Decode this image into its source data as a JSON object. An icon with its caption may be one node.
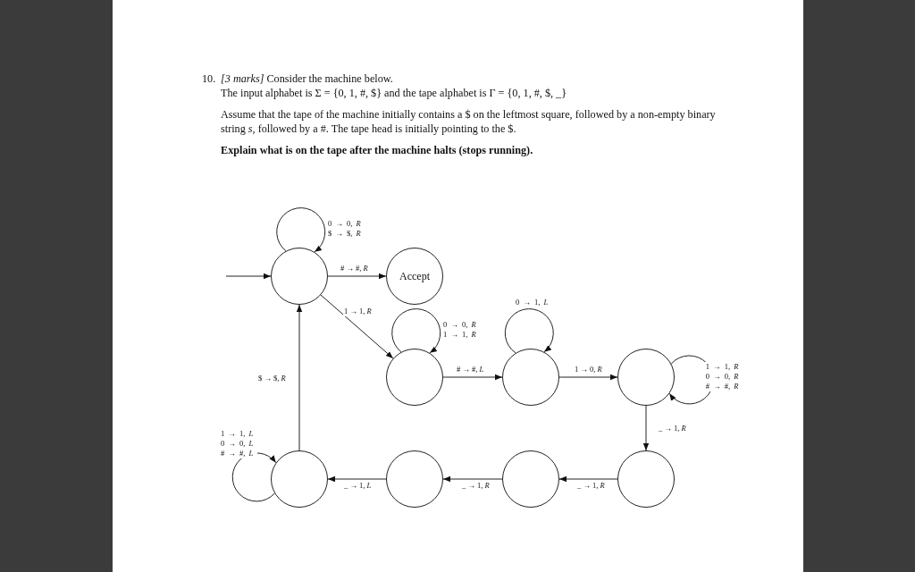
{
  "diagram": {
    "nodes": [
      {
        "text": [],
        "shape": "circle"
      },
      {
        "text": [
          "Accept"
        ]
      },
      {
        "text": [],
        "shape": "circle"
      },
      {
        "text": [],
        "shape": "circle"
      },
      {
        "text": [],
        "shape": "circle"
      },
      {
        "text": [],
        "shape": "circle"
      },
      {
        "text": [],
        "shape": "circle"
      },
      {
        "text": [],
        "shape": "circle"
      },
      {
        "text": [],
        "shape": "circle"
      }
    ],
    "edges": [
      {
        "from": null,
        "to": 0,
        "arrow": "to"
      },
      {
        "from": 0,
        "to": 0,
        "arrow": "to",
        "label": "0 → 0, *R* $ → $, *R*"
      },
      {
        "from": 0,
        "to": 1,
        "arrow": "to",
        "label": "# → #, *R*"
      },
      {
        "from": 0,
        "to": 2,
        "arrow": "to",
        "label": "1 → 1, *R*"
      },
      {
        "from": 2,
        "to": 2,
        "arrow": "to",
        "label": "0 → 0, *R* 1 → 1, *R*"
      },
      {
        "from": 2,
        "to": 3,
        "arrow": "to",
        "label": "# → #, *L*"
      },
      {
        "from": 3,
        "to": 3,
        "arrow": "to",
        "label": "0 → 1, *L*"
      },
      {
        "from": 3,
        "to": 4,
        "arrow": "to",
        "label": "1 → 0, *R*"
      },
      {
        "from": 4,
        "to": 4,
        "arrow": "to",
        "label": "1 → 1, *R* 0 → 0, *R* # → #, *R*"
      },
      {
        "from": 4,
        "to": 5,
        "arrow": "to",
        "label": "_ → 1, *R*"
      },
      {
        "from": 5,
        "to": 6,
        "arrow": "to",
        "label": "_ → 1, *R*"
      },
      {
        "from": 6,
        "to": 7,
        "arrow": "to",
        "label": "_ → 1, *R*"
      },
      {
        "from": 7,
        "to": 8,
        "arrow": "to",
        "label": "_ → 1, *L*"
      },
      {
        "from": 8,
        "to": 8,
        "arrow": "to",
        "label": "1 → 1, *L* 0 → 0, *L* # → #, *L*"
      },
      {
        "from": 8,
        "to": 0,
        "arrow": "to",
        "label": "$ → $, *R*"
      }
    ],
    "labels": [
      "10.",
      "*[3 marks]* Consider the machine below.",
      "The input alphabet is Σ = {0, 1, #, $} and the tape alphabet is Γ = {0, 1, #, $, _}",
      "Assume that the tape of the machine initially contains a $ on the leftmost square, followed by a non-empty binary string *s*, followed by a #. The tape head is initially pointing to the $.",
      "Explain what is on the tape after the machine halts (stops running)."
    ]
  }
}
